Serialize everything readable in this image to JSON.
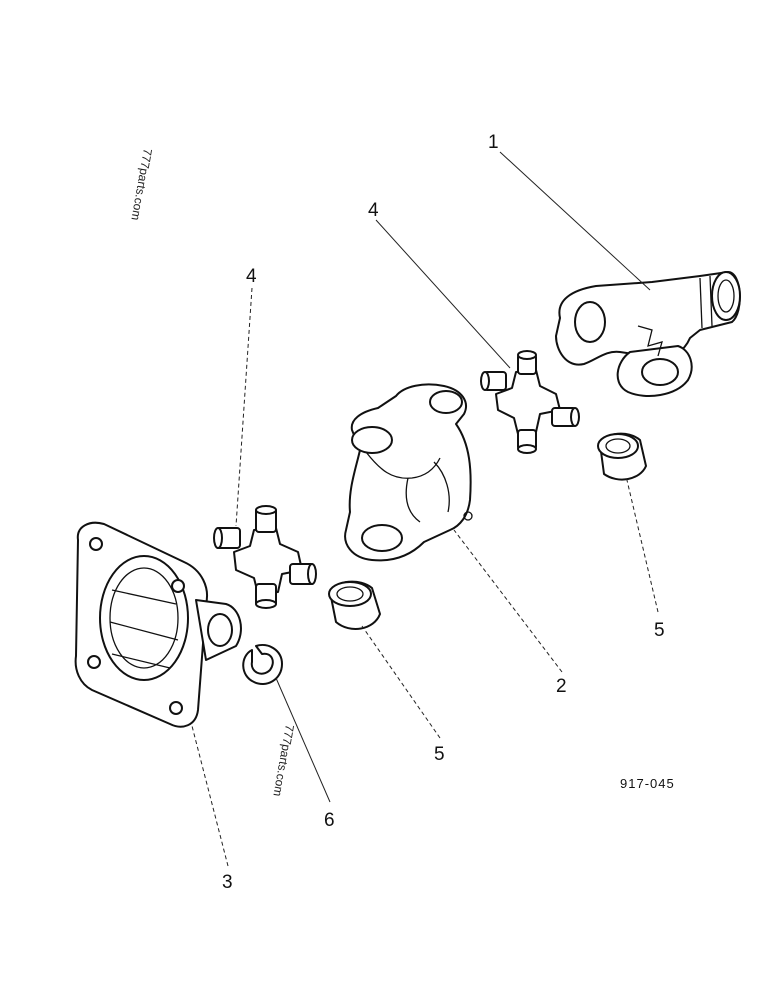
{
  "callouts": {
    "c1": "1",
    "c2": "2",
    "c3": "3",
    "c4a": "4",
    "c4b": "4",
    "c5a": "5",
    "c5b": "5",
    "c6": "6"
  },
  "drawing_code": "917-045",
  "watermarks": {
    "w1": "777parts.com",
    "w2": "777parts.com"
  },
  "colors": {
    "ink": "#111111",
    "paper": "#ffffff"
  }
}
